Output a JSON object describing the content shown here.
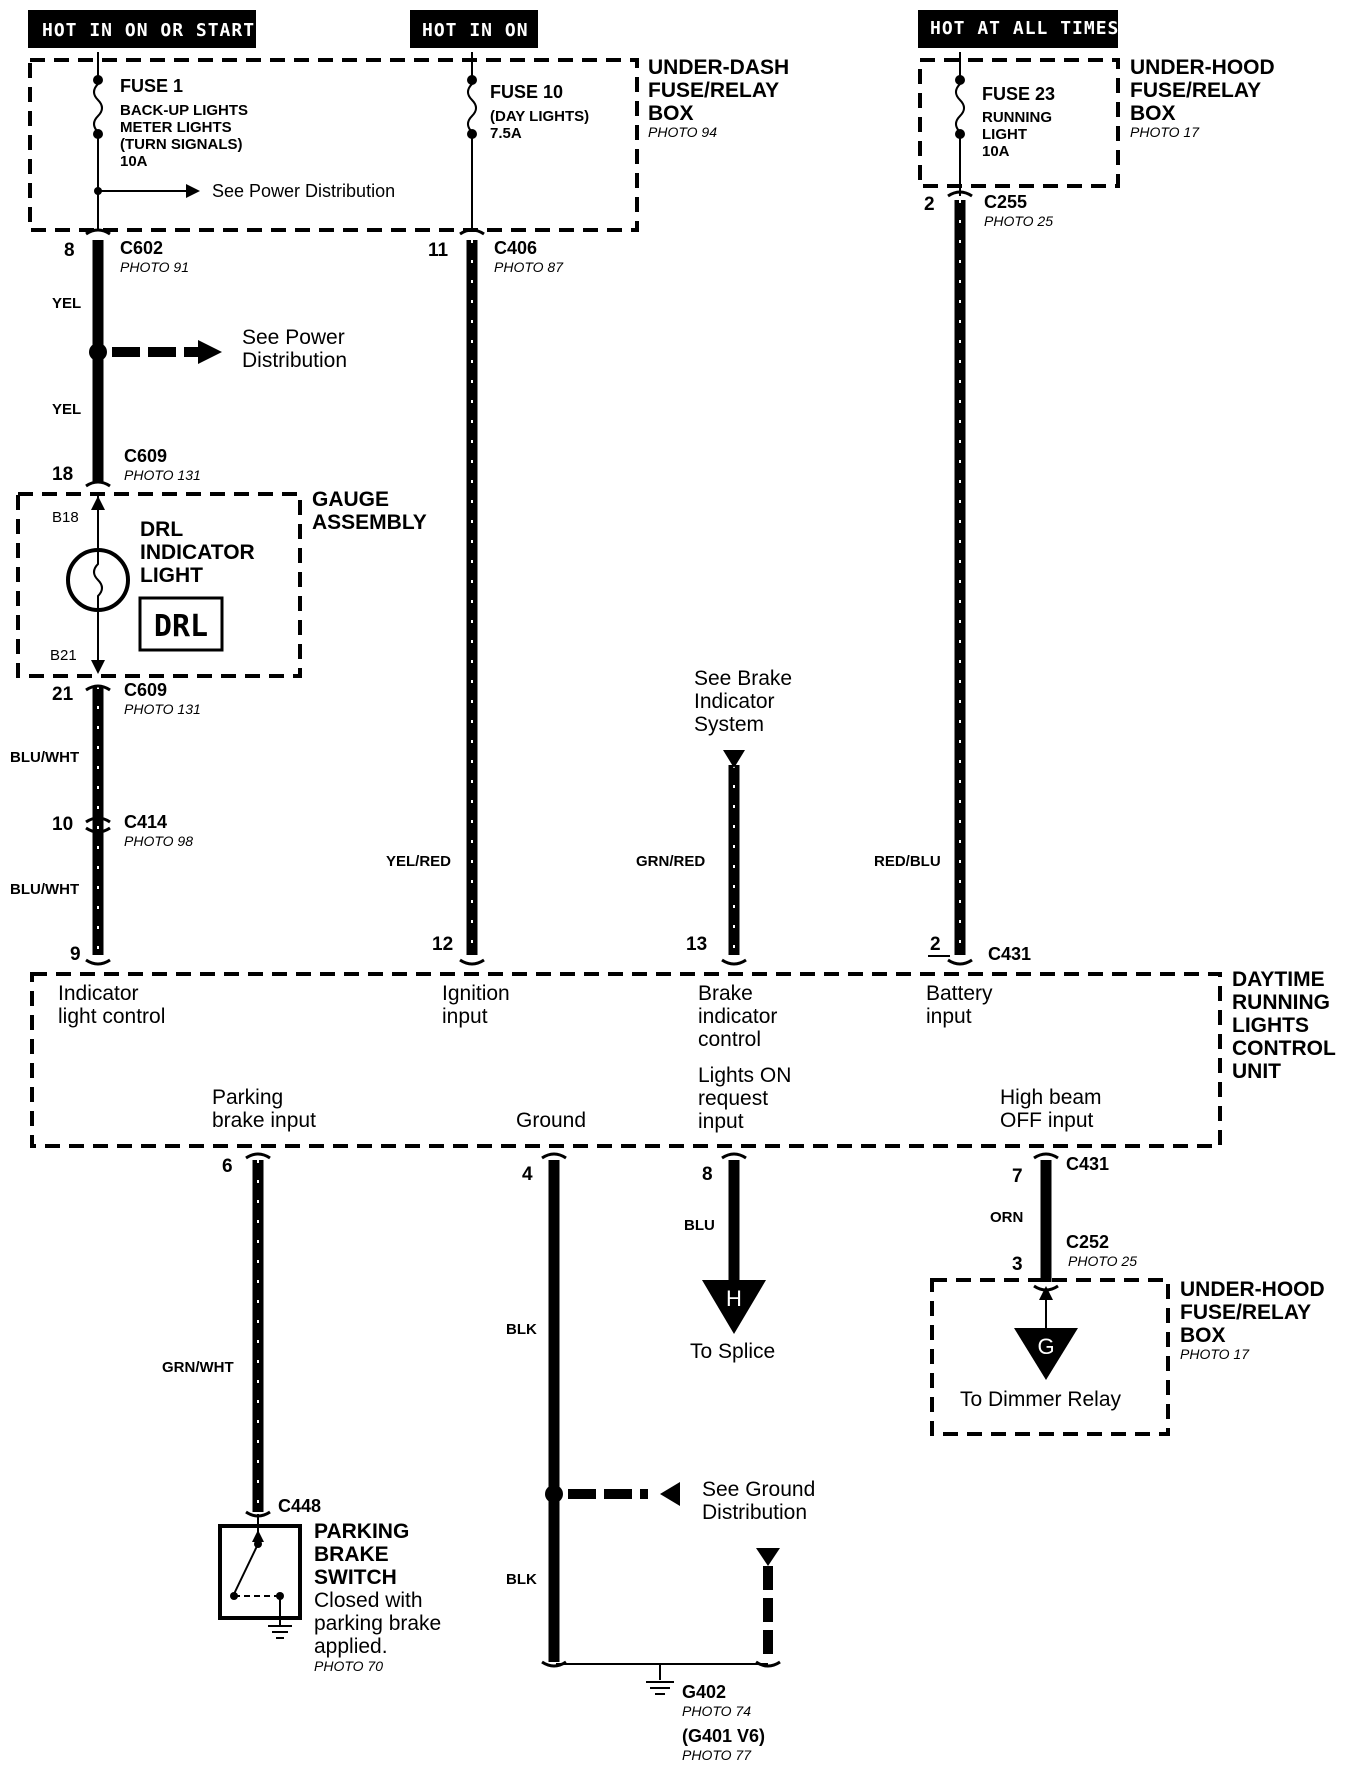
{
  "headers": {
    "hot_run_start": "HOT IN ON OR START",
    "hot_on": "HOT IN ON",
    "hot_all": "HOT AT ALL TIMES"
  },
  "underdash_box": {
    "title": [
      "UNDER-DASH",
      "FUSE/RELAY",
      "BOX"
    ],
    "photo": "PHOTO 94",
    "fuse1": {
      "name": "FUSE 1",
      "lines": [
        "BACK-UP LIGHTS",
        "METER LIGHTS",
        "(TURN SIGNALS)",
        "10A"
      ]
    },
    "fuse10": {
      "name": "FUSE 10",
      "lines": [
        "(DAY LIGHTS)",
        "7.5A"
      ]
    },
    "see_power": "See Power Distribution"
  },
  "underhood_box_top": {
    "title": [
      "UNDER-HOOD",
      "FUSE/RELAY",
      "BOX"
    ],
    "photo": "PHOTO 17",
    "fuse23": {
      "name": "FUSE 23",
      "lines": [
        "RUNNING",
        "LIGHT",
        "10A"
      ]
    }
  },
  "connectors": {
    "c602": {
      "pin": "8",
      "name": "C602",
      "photo": "PHOTO 91"
    },
    "c406": {
      "pin": "11",
      "name": "C406",
      "photo": "PHOTO 87"
    },
    "c255": {
      "pin": "2",
      "name": "C255",
      "photo": "PHOTO 25"
    },
    "c609_top": {
      "pin": "18",
      "name": "C609",
      "photo": "PHOTO 131"
    },
    "c609_bottom": {
      "pin": "21",
      "name": "C609",
      "photo": "PHOTO 131"
    },
    "c414": {
      "pin": "10",
      "name": "C414",
      "photo": "PHOTO 98"
    },
    "c431_top": "C431",
    "c431_bottom": "C431",
    "c252": {
      "pin": "3",
      "name": "C252",
      "photo": "PHOTO 25"
    },
    "c448": "C448"
  },
  "wires": {
    "yel_1": "YEL",
    "yel_2": "YEL",
    "blu_wht_1": "BLU/WHT",
    "blu_wht_2": "BLU/WHT",
    "yel_red": "YEL/RED",
    "grn_red": "GRN/RED",
    "red_blu": "RED/BLU",
    "grn_wht": "GRN/WHT",
    "blk_1": "BLK",
    "blk_2": "BLK",
    "blu": "BLU",
    "orn": "ORN"
  },
  "see_power_mid": [
    "See Power",
    "Distribution"
  ],
  "gauge": {
    "title": [
      "GAUGE",
      "ASSEMBLY"
    ],
    "indicator": [
      "DRL",
      "INDICATOR",
      "LIGHT"
    ],
    "badge": "DRL",
    "pin_b18": "B18",
    "pin_b21": "B21"
  },
  "brake_ref": [
    "See Brake",
    "Indicator",
    "System"
  ],
  "drl_unit": {
    "title": [
      "DAYTIME",
      "RUNNING",
      "LIGHTS",
      "CONTROL",
      "UNIT"
    ],
    "pins_top": {
      "p9": "9",
      "p12": "12",
      "p13": "13",
      "p2": "2"
    },
    "pins_bottom": {
      "p6": "6",
      "p4": "4",
      "p8": "8",
      "p7": "7"
    },
    "indicator_control": [
      "Indicator",
      "light control"
    ],
    "ignition_input": [
      "Ignition",
      "input"
    ],
    "brake_indicator": [
      "Brake",
      "indicator",
      "control"
    ],
    "battery_input": [
      "Battery",
      "input"
    ],
    "parking_brake_input": [
      "Parking",
      "brake input"
    ],
    "ground": "Ground",
    "lights_on": [
      "Lights ON",
      "request",
      "input"
    ],
    "high_beam": [
      "High beam",
      "OFF input"
    ]
  },
  "splice": {
    "letter": "H",
    "label": "To Splice"
  },
  "underhood_box_bottom": {
    "title": [
      "UNDER-HOOD",
      "FUSE/RELAY",
      "BOX"
    ],
    "photo": "PHOTO 17",
    "letter": "G",
    "label": "To Dimmer Relay"
  },
  "ground_ref": [
    "See Ground",
    "Distribution"
  ],
  "parking_switch": {
    "title": [
      "PARKING",
      "BRAKE",
      "SWITCH"
    ],
    "note": [
      "Closed with",
      "parking brake",
      "applied."
    ],
    "photo": "PHOTO 70"
  },
  "ground_point": {
    "name": "G402",
    "photo": "PHOTO 74",
    "alt": "(G401 V6)",
    "alt_photo": "PHOTO 77"
  }
}
